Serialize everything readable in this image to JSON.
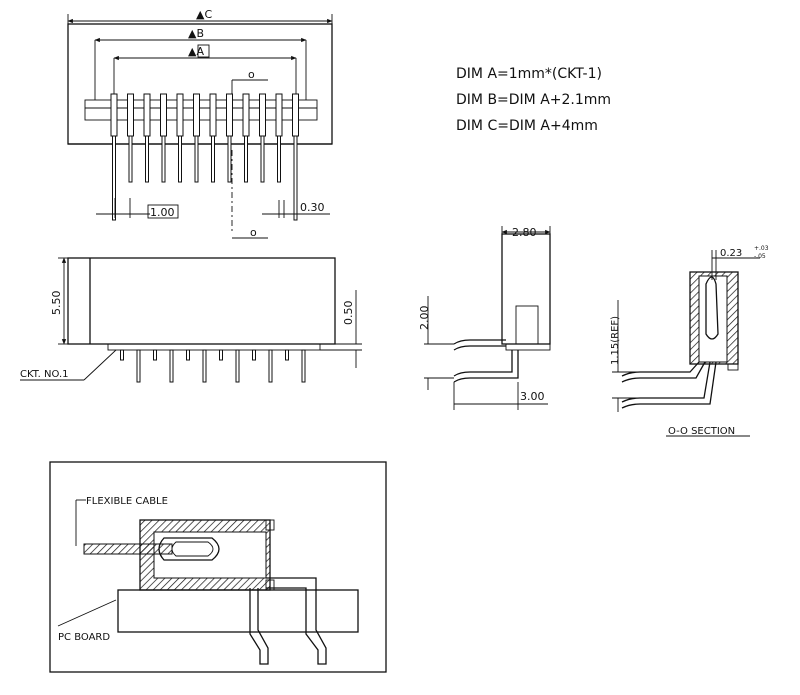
{
  "dims": {
    "dim_c": "C",
    "dim_b": "B",
    "dim_a": "A",
    "o_top": "o",
    "pitch": "1.00",
    "pin_w": "0.30",
    "o_bottom": "o",
    "height": "5.50",
    "foot": "0.50",
    "ckt": "CKT. NO.1",
    "side_w": "2.80",
    "side_h": "2.00",
    "side_foot": "3.00",
    "sec_w": "0.23",
    "sec_tol_plus": "+.03",
    "sec_tol_minus": "-.05",
    "sec_ref": "1.15(REF)",
    "section_title": "O-O SECTION"
  },
  "formulas": {
    "line1": "DIM  A=1mm*(CKT-1)",
    "line2": "DIM  B=DIM  A+2.1mm",
    "line3": "DIM  C=DIM  A+4mm"
  },
  "cutaway": {
    "cable": "FLEXIBLE CABLE",
    "board": "PC BOARD"
  },
  "colors": {
    "ink": "#111111",
    "paper": "#ffffff"
  }
}
